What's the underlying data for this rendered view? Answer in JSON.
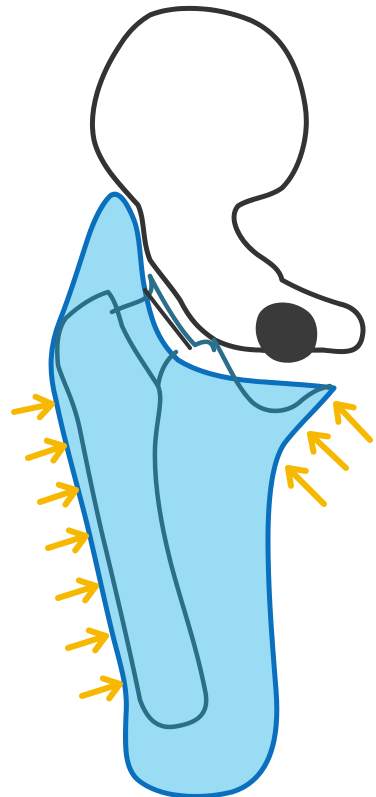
{
  "diagram": {
    "subject": "hip-pelvis-illustration",
    "colors": {
      "background": "#ffffff",
      "bone_outline": "#333333",
      "obturator_hole": "#3a3a3a",
      "shell_fill": "#99dcf4",
      "shell_stroke": "#0a6fbd",
      "bone_through_shell": "#2b6e89",
      "arrow": "#f6b800"
    },
    "icons": {
      "pelvis": "pelvis-bone-icon",
      "shell": "brace-shell-icon",
      "arrows": "pressure-arrow-icon"
    },
    "pressure_arrows": {
      "left_side_count": 7,
      "right_side_count": 3
    }
  }
}
